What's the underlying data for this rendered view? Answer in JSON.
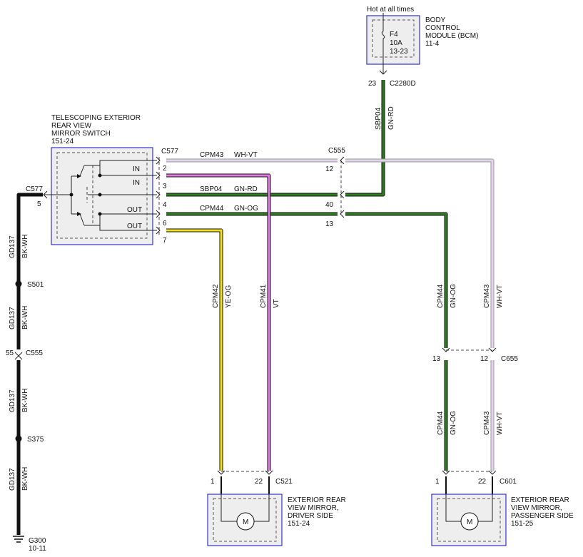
{
  "bcm": {
    "title_line1": "BODY",
    "title_line2": "CONTROL",
    "title_line3": "MODULE (BCM)",
    "page_ref": "11-4",
    "power_label": "Hot at all times",
    "fuse_name": "F4",
    "fuse_rating": "10A",
    "fuse_ref": "13-23",
    "pin": "23",
    "connector": "C2280D"
  },
  "switch": {
    "title_line1": "TELESCOPING EXTERIOR",
    "title_line2": "REAR VIEW",
    "title_line3": "MIRROR SWITCH",
    "page_ref": "151-24",
    "connector": "C577",
    "pins": [
      "2",
      "3",
      "4",
      "6",
      "7"
    ],
    "labels": [
      "IN",
      "IN",
      "OUT",
      "OUT"
    ],
    "ground_connector": "C577",
    "ground_pin": "5"
  },
  "c555": {
    "connector": "C555",
    "pins": [
      "12",
      "40",
      "13"
    ]
  },
  "ground": {
    "circuit": "GD137",
    "color": "BK-WH",
    "splices": [
      "S501",
      "S375"
    ],
    "c555_pin": "55",
    "c555_label": "C555",
    "ground_point": "G300",
    "ground_ref": "10-11"
  },
  "wires": [
    {
      "circuit": "CPM43",
      "color": "WH-VT",
      "hex": "#e3d4ec"
    },
    {
      "circuit": "SBP04",
      "color": "GN-RD",
      "hex": "#2e7d1e"
    },
    {
      "circuit": "CPM44",
      "color": "GN-OG",
      "hex": "#2e7d1e"
    },
    {
      "circuit": "CPM42",
      "color": "YE-OG",
      "hex": "#f2e01a"
    },
    {
      "circuit": "CPM41",
      "color": "VT",
      "hex": "#e07ce0"
    }
  ],
  "bcm_wire": {
    "circuit": "SBP04",
    "color": "GN-RD"
  },
  "c655": {
    "connector": "C655",
    "pins": [
      "13",
      "12"
    ]
  },
  "driver_mirror": {
    "title_line1": "EXTERIOR REAR",
    "title_line2": "VIEW MIRROR,",
    "title_line3": "DRIVER SIDE",
    "page_ref": "151-24",
    "connector": "C521",
    "pins": [
      "1",
      "22"
    ],
    "motor": "M"
  },
  "passenger_mirror": {
    "title_line1": "EXTERIOR REAR",
    "title_line2": "VIEW MIRROR,",
    "title_line3": "PASSENGER SIDE",
    "page_ref": "151-25",
    "connector": "C601",
    "pins": [
      "1",
      "22"
    ],
    "motor": "M"
  },
  "vertical_labels": {
    "cpm42": {
      "circuit": "CPM42",
      "color": "YE-OG"
    },
    "cpm41": {
      "circuit": "CPM41",
      "color": "VT"
    },
    "cpm44_upper": {
      "circuit": "CPM44",
      "color": "GN-OG"
    },
    "cpm43_upper": {
      "circuit": "CPM43",
      "color": "WH-VT"
    },
    "cpm44_lower": {
      "circuit": "CPM44",
      "color": "GN-OG"
    },
    "cpm43_lower": {
      "circuit": "CPM43",
      "color": "WH-VT"
    }
  }
}
